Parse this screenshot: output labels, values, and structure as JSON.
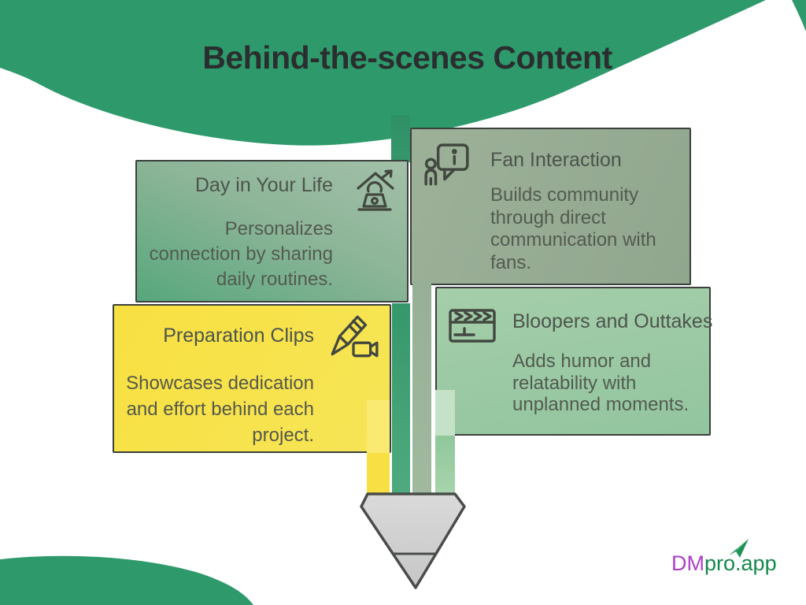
{
  "page": {
    "title": "Behind-the-scenes Content"
  },
  "cards": [
    {
      "title": "Day in Your Life",
      "icon": "home-laptop-icon",
      "lines": [
        "Personalizes",
        "connection by sharing",
        "daily routines."
      ],
      "color_top": "#A2C0A8",
      "color_bottom": "#57A77C"
    },
    {
      "title": "Fan Interaction",
      "icon": "person-speech-bubble-icon",
      "lines": [
        "Builds community",
        "through direct",
        "communication with",
        "fans."
      ],
      "color_top": "#9DB199",
      "color_bottom": "#90A68D"
    },
    {
      "title": "Preparation Clips",
      "icon": "pencil-video-camera-icon",
      "lines": [
        "Showcases dedication",
        "and effort behind each",
        "project."
      ],
      "color_top": "#F7E041",
      "color_bottom": "#F7E557"
    },
    {
      "title": "Bloopers and Outtakes",
      "icon": "clapperboard-icon",
      "lines": [
        "Adds humor and",
        "relatability with",
        "unplanned moments."
      ],
      "color_top": "#A5CEAA",
      "color_bottom": "#92C59E"
    }
  ],
  "logo": {
    "prefix": "DM",
    "middle": "pro",
    "suffix": ".app",
    "icon": "paper-plane-icon",
    "prefix_color": "#AE3EC8",
    "green_color": "#12884C"
  },
  "colors": {
    "header_blob": "#2E9A6C",
    "bottom_blob": "#2E9A6C",
    "title_text": "#2B2E2F",
    "card_border": "#3B413C",
    "card_text": "#535B51",
    "stripe_dark_green": "#35976A",
    "stripe_sage": "#98B098",
    "stripe_light_green": "#A8D4AC",
    "stripe_yellow": "#F8DF43",
    "pencil_body": "#D3D3D3",
    "pencil_outline": "#484D48"
  }
}
